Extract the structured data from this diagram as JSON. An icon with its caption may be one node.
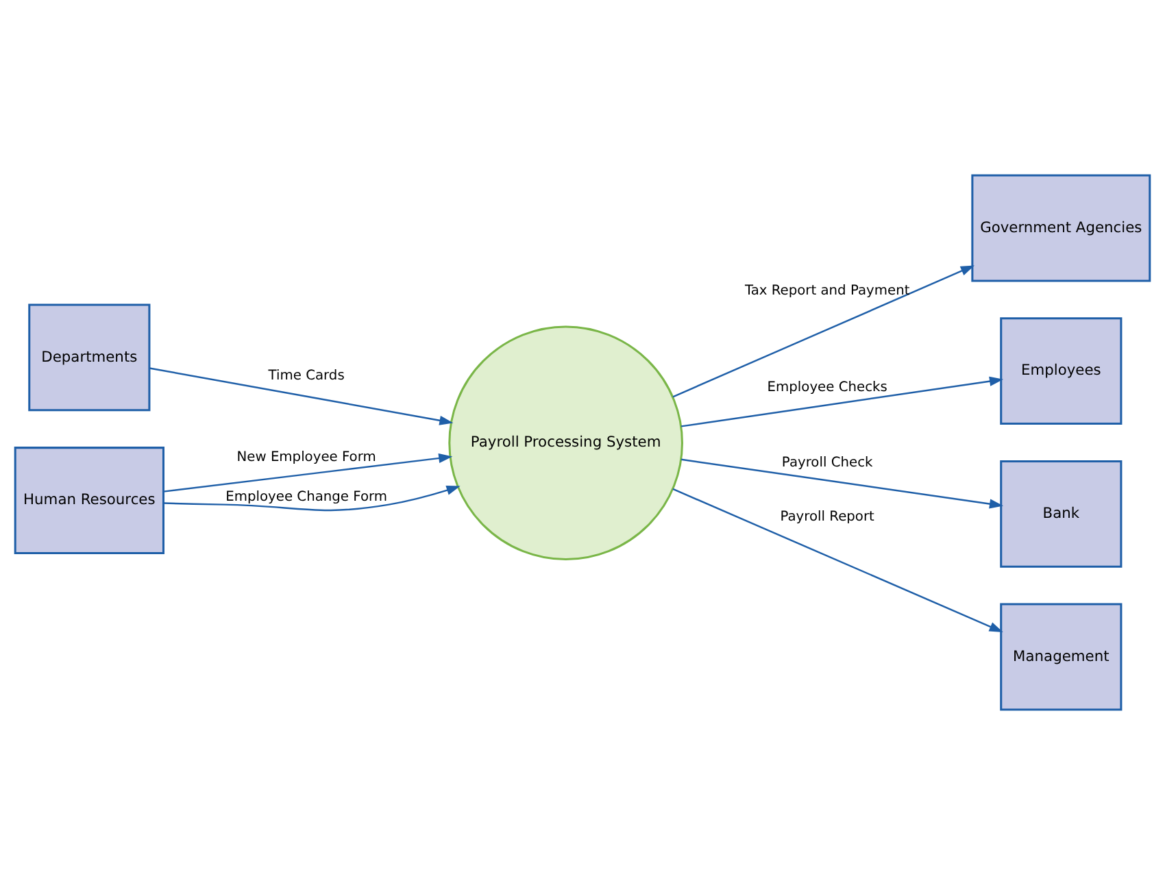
{
  "diagram": {
    "nodes": [
      {
        "text": [
          "Departments"
        ]
      },
      {
        "text": [
          "Human Resources"
        ]
      },
      {
        "text": [
          "Payroll Processing System"
        ]
      },
      {
        "text": [
          "Government Agencies"
        ]
      },
      {
        "text": [
          "Employees"
        ]
      },
      {
        "text": [
          "Bank"
        ]
      },
      {
        "text": [
          "Management"
        ]
      }
    ],
    "edges": [
      {
        "from": 0,
        "to": 2,
        "arrow": "to",
        "label": "Time Cards"
      },
      {
        "from": 1,
        "to": 2,
        "arrow": "to",
        "label": "New Employee Form"
      },
      {
        "from": 1,
        "to": 2,
        "arrow": "to",
        "label": "Employee Change Form"
      },
      {
        "from": 2,
        "to": 3,
        "arrow": "to",
        "label": "Tax Report and Payment"
      },
      {
        "from": 2,
        "to": 4,
        "arrow": "to",
        "label": "Employee Checks"
      },
      {
        "from": 2,
        "to": 5,
        "arrow": "to",
        "label": "Payroll Check"
      },
      {
        "from": 2,
        "to": 6,
        "arrow": "to",
        "label": "Payroll Report"
      }
    ]
  }
}
